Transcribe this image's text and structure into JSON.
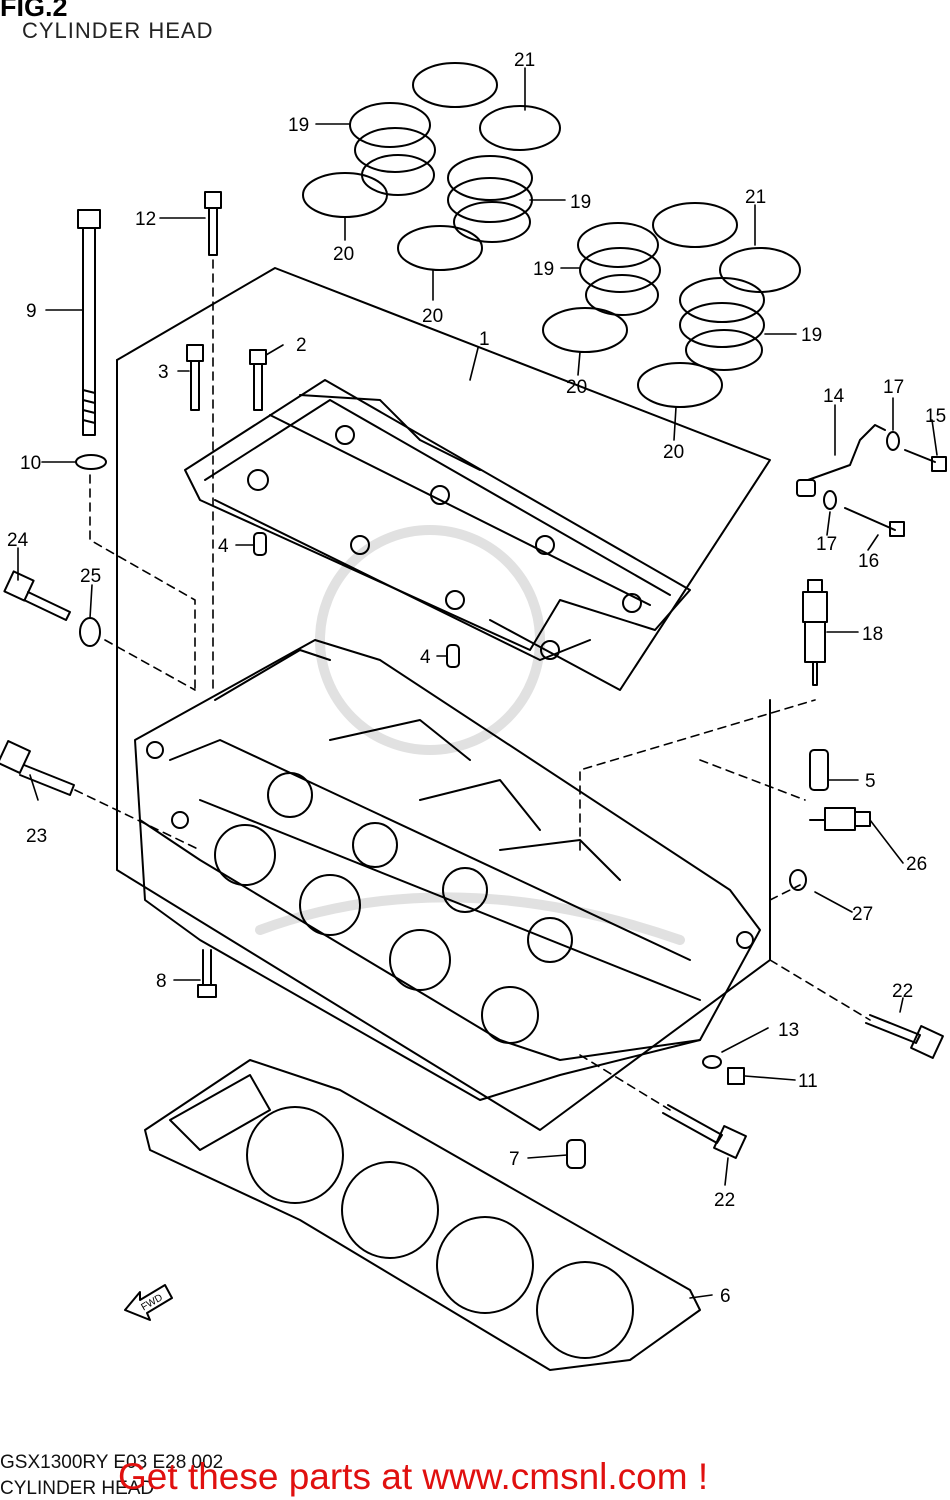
{
  "header": {
    "figure": "FIG.2",
    "subtitle": "CYLINDER HEAD"
  },
  "footer": {
    "model_code": "GSX1300RY E03 E28 002",
    "name": "CYLINDER HEAD",
    "promo": "Get these parts at www.cmsnl.com !"
  },
  "labels": {
    "l1": "1",
    "l2": "2",
    "l3": "3",
    "l4a": "4",
    "l4b": "4",
    "l5": "5",
    "l6": "6",
    "l7": "7",
    "l8": "8",
    "l9": "9",
    "l10": "10",
    "l11": "11",
    "l12": "12",
    "l13": "13",
    "l14": "14",
    "l15": "15",
    "l16": "16",
    "l17a": "17",
    "l17b": "17",
    "l18": "18",
    "l19a": "19",
    "l19b": "19",
    "l19c": "19",
    "l19d": "19",
    "l20a": "20",
    "l20b": "20",
    "l20c": "20",
    "l20d": "20",
    "l21a": "21",
    "l21b": "21",
    "l22a": "22",
    "l22b": "22",
    "l23": "23",
    "l24": "24",
    "l25": "25",
    "l26": "26",
    "l27": "27"
  },
  "fwd_marker": "FWD",
  "colors": {
    "line": "#000000",
    "promo": "#e0100f",
    "watermark": "#d9d9d9"
  }
}
